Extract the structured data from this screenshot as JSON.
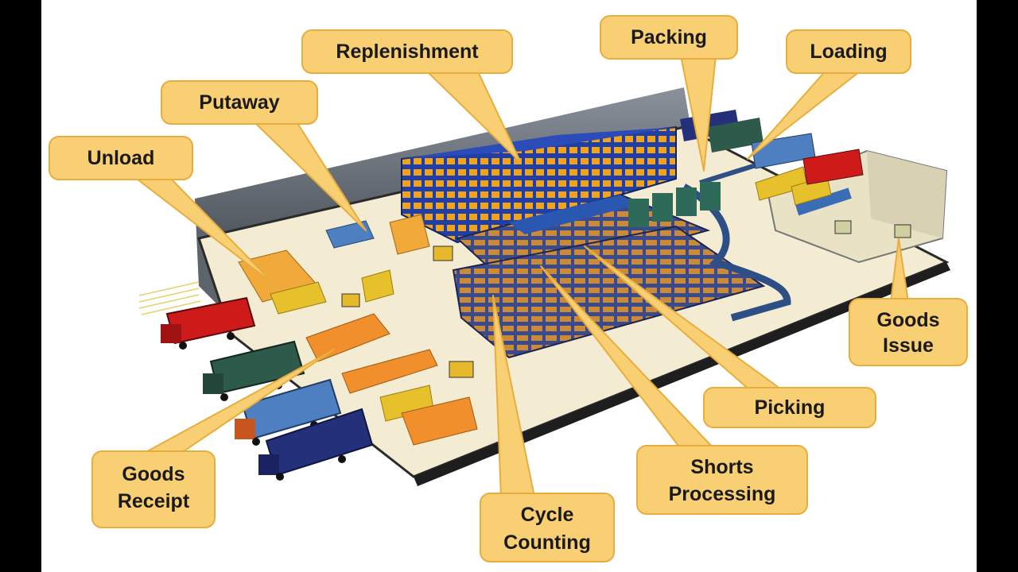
{
  "diagram": {
    "labels": {
      "unload": "Unload",
      "putaway": "Putaway",
      "replenishment": "Replenishment",
      "packing": "Packing",
      "loading": "Loading",
      "goods_issue": [
        "Goods",
        "Issue"
      ],
      "picking": "Picking",
      "shorts_processing": [
        "Shorts",
        "Processing"
      ],
      "cycle_counting": [
        "Cycle",
        "Counting"
      ],
      "goods_receipt": [
        "Goods",
        "Receipt"
      ]
    },
    "colors": {
      "callout_fill": "#f9cf74",
      "callout_stroke": "#e8ad3c",
      "floor": "#f3ecd2",
      "rack_blue": "#1f3fa8",
      "rack_orange": "#f3a21c",
      "wall": "#6d7580",
      "truck_red": "#cf1a1a",
      "truck_green": "#2d5a4a",
      "truck_light_blue": "#4e7fc0",
      "truck_navy": "#24307a"
    }
  }
}
